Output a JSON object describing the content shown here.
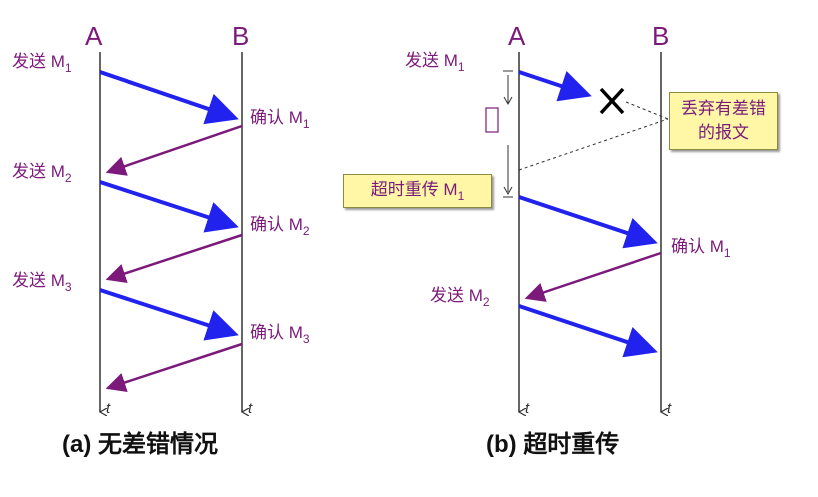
{
  "nodes": {
    "a": "A",
    "b": "B"
  },
  "time_symbol": "t",
  "actions": {
    "send": "发送",
    "ack": "确认",
    "msg": "M",
    "sub1": "1",
    "sub2": "2",
    "sub3": "3"
  },
  "captions": {
    "left": "(a) 无差错情况",
    "right": "(b) 超时重传"
  },
  "notes": {
    "discard_line1": "丢弃有差错",
    "discard_line2": "的报文",
    "timeout_retransmit": "超时重传 M",
    "timeout_sub": "1"
  },
  "colors": {
    "data_arrow": "#2222ee",
    "ack_arrow": "#7b1a7b",
    "label_text": "#7b1a7b",
    "note_bg": "#fff6a6"
  }
}
